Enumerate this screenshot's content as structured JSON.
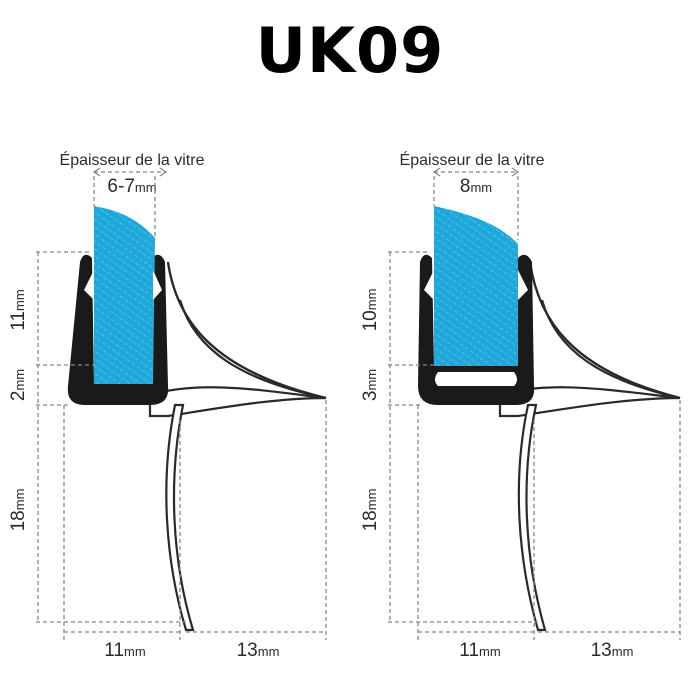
{
  "title": "UK09",
  "unit": "mm",
  "colors": {
    "glass": "#1ea7d9",
    "seal": "#1a1a1a",
    "flap": "#ffffff",
    "dimension": "#888888"
  },
  "profiles": [
    {
      "glass_label": "Épaisseur de la vitre",
      "glass_thickness": "6-7",
      "dims": {
        "upper": "11",
        "lower": "2",
        "fin": "18",
        "base": "11",
        "flap": "13"
      }
    },
    {
      "glass_label": "Épaisseur de la vitre",
      "glass_thickness": "8",
      "dims": {
        "upper": "10",
        "lower": "3",
        "fin": "18",
        "base": "11",
        "flap": "13"
      }
    }
  ]
}
